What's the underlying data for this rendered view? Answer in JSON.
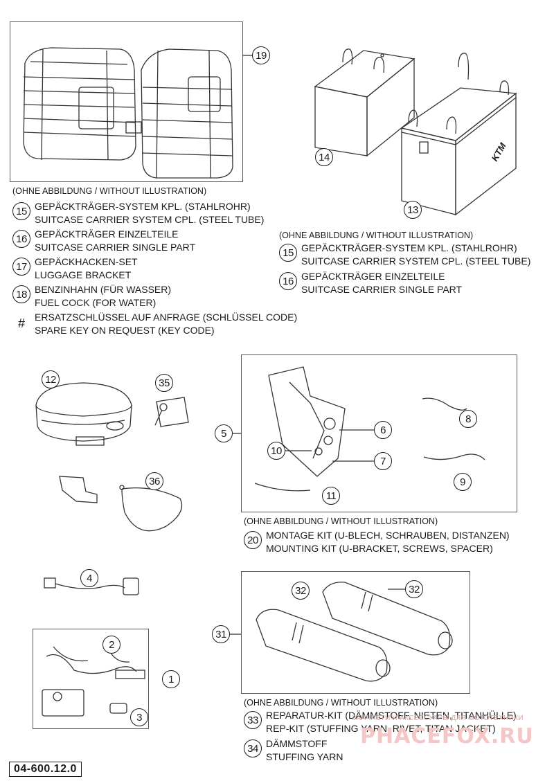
{
  "callouts": {
    "c19": "19",
    "c14": "14",
    "c13": "13",
    "c12": "12",
    "c35": "35",
    "c36": "36",
    "c4": "4",
    "c2": "2",
    "c1": "1",
    "c3": "3",
    "c5": "5",
    "c6": "6",
    "c7": "7",
    "c8": "8",
    "c9": "9",
    "c10": "10",
    "c11": "11",
    "c31": "31",
    "c32a": "32",
    "c32b": "32"
  },
  "sec_a": {
    "note": "(OHNE ABBILDUNG / WITHOUT ILLUSTRATION)",
    "items": [
      {
        "num": "15",
        "l1": "GEPÄCKTRÄGER-SYSTEM KPL. (STAHLROHR)",
        "l2": "SUITCASE CARRIER SYSTEM CPL. (STEEL TUBE)"
      },
      {
        "num": "16",
        "l1": "GEPÄCKTRÄGER EINZELTEILE",
        "l2": "SUITCASE CARRIER SINGLE PART"
      },
      {
        "num": "17",
        "l1": "GEPÄCKHACKEN-SET",
        "l2": "LUGGAGE BRACKET"
      },
      {
        "num": "18",
        "l1": "BENZINHAHN (FÜR WASSER)",
        "l2": "FUEL COCK (FOR WATER)"
      }
    ],
    "hash_symbol": "#",
    "hash_l1": "ERSATZSCHLÜSSEL AUF ANFRAGE (SCHLÜSSEL CODE)",
    "hash_l2": "SPARE KEY ON REQUEST (KEY CODE)"
  },
  "sec_b": {
    "note": "(OHNE ABBILDUNG / WITHOUT ILLUSTRATION)",
    "items": [
      {
        "num": "15",
        "l1": "GEPÄCKTRÄGER-SYSTEM KPL. (STAHLROHR)",
        "l2": "SUITCASE CARRIER SYSTEM CPL. (STEEL TUBE)"
      },
      {
        "num": "16",
        "l1": "GEPÄCKTRÄGER EINZELTEILE",
        "l2": "SUITCASE CARRIER SINGLE PART"
      }
    ]
  },
  "sec_c": {
    "note": "(OHNE ABBILDUNG / WITHOUT ILLUSTRATION)",
    "items": [
      {
        "num": "20",
        "l1": "MONTAGE KIT (U-BLECH, SCHRAUBEN, DISTANZEN)",
        "l2": "MOUNTING KIT (U-BRACKET, SCREWS, SPACER)"
      }
    ]
  },
  "sec_d": {
    "note": "(OHNE ABBILDUNG / WITHOUT ILLUSTRATION)",
    "items": [
      {
        "num": "33",
        "l1": "REPARATUR-KIT (DÄMMSTOFF, NIETEN, TITANHÜLLE)",
        "l2": "REP-KIT (STUFFING YARN, RIVET, TITAN JACKET)"
      },
      {
        "num": "34",
        "l1": "DÄMMSTOFF",
        "l2": "STUFFING YARN"
      }
    ]
  },
  "ref_code": "04-600.12.0",
  "watermark": {
    "line1": "ЗАПЧАСТИ И АКСЕССУАРЫ ДЛЯ МОТОТЕХНИКИ",
    "line2": "PHACEFOX.RU",
    "color": "#f4c6c6"
  },
  "logos": {
    "ktm": "KTM"
  }
}
